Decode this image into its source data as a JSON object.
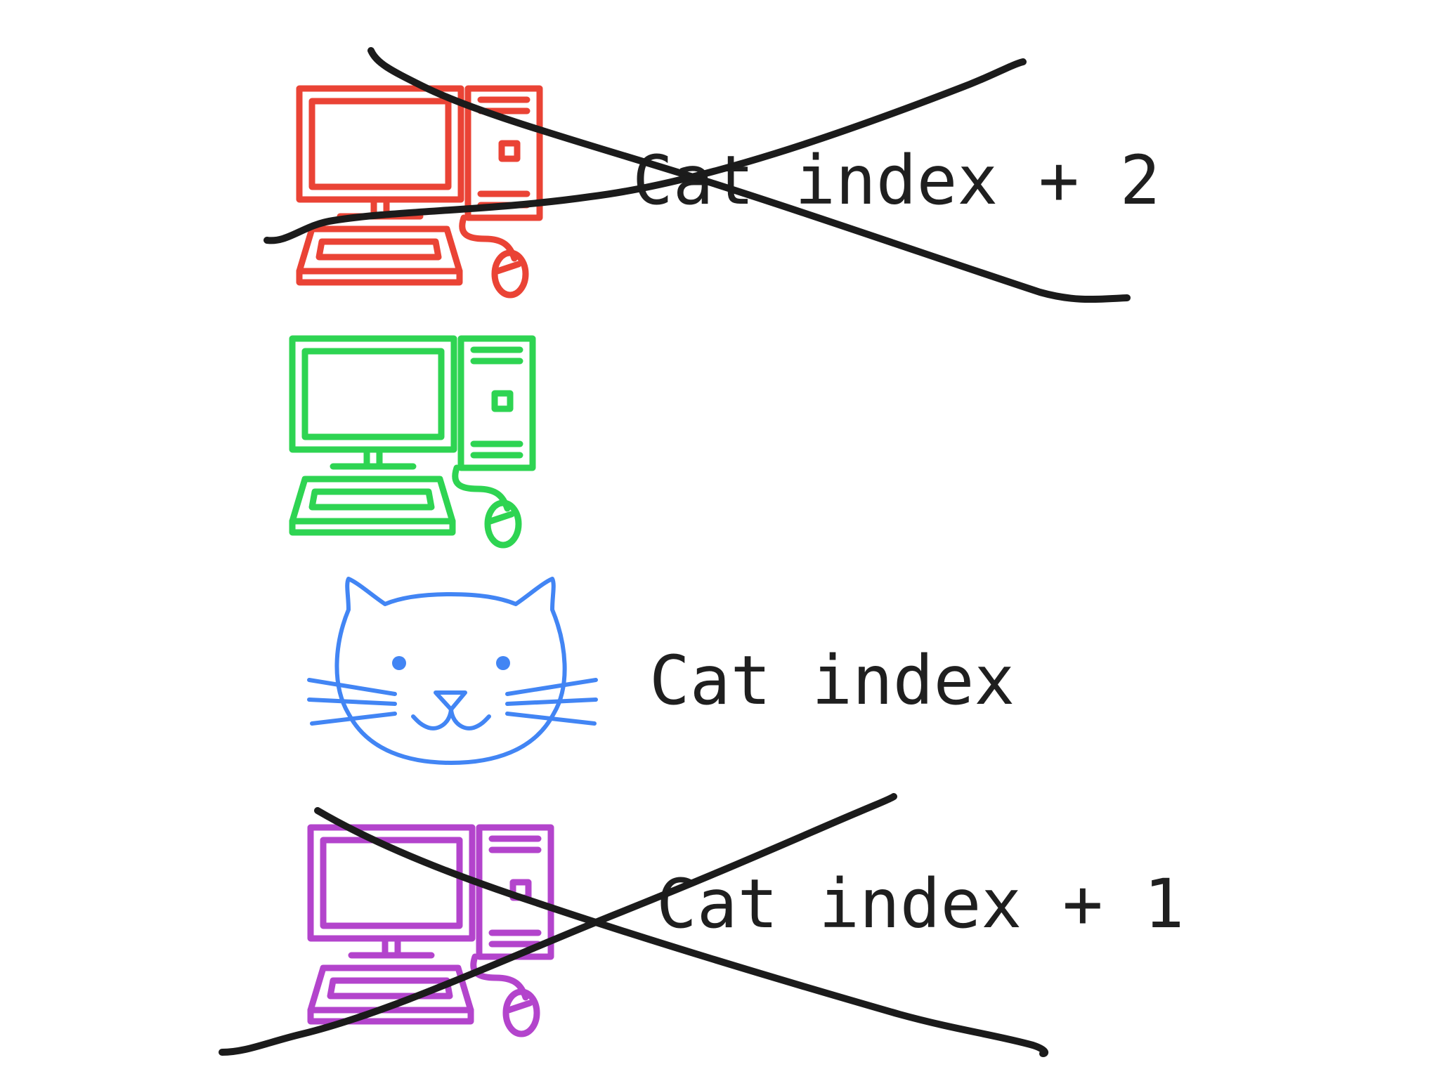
{
  "rows": [
    {
      "icon": "computer-icon",
      "color": "#ea4335",
      "label": "Cat index + 2",
      "crossed_out": true
    },
    {
      "icon": "computer-icon",
      "color": "#2ed452",
      "label": "",
      "crossed_out": false
    },
    {
      "icon": "cat-icon",
      "color": "#4285f4",
      "label": "Cat index",
      "crossed_out": false
    },
    {
      "icon": "computer-icon",
      "color": "#b344cc",
      "label": "Cat index + 1",
      "crossed_out": true
    }
  ],
  "stroke_color": "#1b1b1b"
}
